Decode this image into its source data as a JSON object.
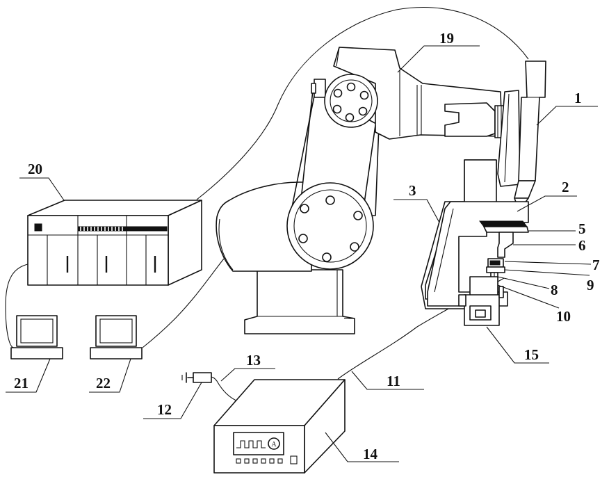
{
  "labels": {
    "l1": "1",
    "l2": "2",
    "l3": "3",
    "l5": "5",
    "l6": "6",
    "l7": "7",
    "l8": "8",
    "l9": "9",
    "l10": "10",
    "l11": "11",
    "l12": "12",
    "l13": "13",
    "l14": "14",
    "l15": "15",
    "l19": "19",
    "l20": "20",
    "l21": "21",
    "l22": "22"
  },
  "power_supply": {
    "meter_symbol": "A"
  }
}
